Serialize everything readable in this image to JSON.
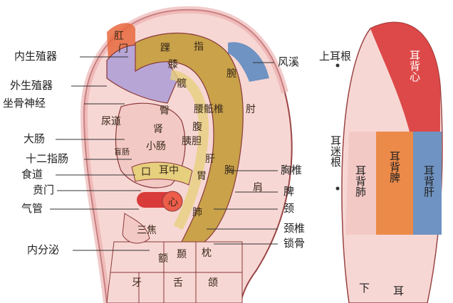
{
  "left_labels": [
    {
      "key": "neishengzhiqi",
      "text": "内生殖器"
    },
    {
      "key": "waishengzhiqi",
      "text": "外生殖器"
    },
    {
      "key": "zuogushenjing",
      "text": "坐骨神经"
    },
    {
      "key": "dachang",
      "text": "大肠"
    },
    {
      "key": "shierzhichang",
      "text": "十二指肠"
    },
    {
      "key": "shidao",
      "text": "食道"
    },
    {
      "key": "benmen",
      "text": "贲门"
    },
    {
      "key": "qiguan",
      "text": "气管"
    },
    {
      "key": "neifenmi",
      "text": "内分泌"
    }
  ],
  "right_labels": [
    {
      "key": "fengxi",
      "text": "风溪"
    },
    {
      "key": "xiongzhui",
      "text": "胸椎"
    },
    {
      "key": "pi",
      "text": "脾"
    },
    {
      "key": "jing",
      "text": "颈"
    },
    {
      "key": "jingzhui",
      "text": "颈椎"
    },
    {
      "key": "suogu",
      "text": "锁骨"
    }
  ],
  "back_labels": {
    "shang_er_gen": "上耳根",
    "er_bei_xin": "耳背心",
    "er_mi_gen": "耳迷根",
    "er_bei_fei": "耳背肺",
    "er_bei_pi": "耳背脾",
    "er_bei_gan": "耳背肝",
    "xia_partial": "下",
    "er_partial": "耳"
  },
  "zones": {
    "gang": "肛",
    "men": "门",
    "huai": "踝",
    "zhi": "指",
    "xi": "膝",
    "kuan": "髋",
    "wan": "腕",
    "tun": "臀",
    "yaodizhui": "腰骶椎",
    "zhou": "肘",
    "niaodao": "尿道",
    "shen": "肾",
    "fu": "腹",
    "yidan": "胰胆",
    "manchang": "盲肠",
    "xiaochang": "小肠",
    "gan": "肝",
    "xiong": "胸",
    "kou": "口",
    "erzhong": "耳中",
    "wei": "胃",
    "jian": "肩",
    "xin": "心",
    "fei": "肺",
    "sanjiao": "三焦",
    "e": "额",
    "nie": "颞",
    "zhen": "枕",
    "ya": "牙",
    "she": "舌",
    "he": "颌"
  },
  "colors": {
    "skin": "#f7d7d4",
    "skin_dark": "#e9a9a8",
    "ochre": "#c9a24a",
    "ochre_light": "#e6cf7d",
    "lavender": "#b7a5d6",
    "blue": "#6f93c2",
    "red": "#d93a3a",
    "orange": "#ec8a49",
    "outline": "#8a3a3a"
  }
}
